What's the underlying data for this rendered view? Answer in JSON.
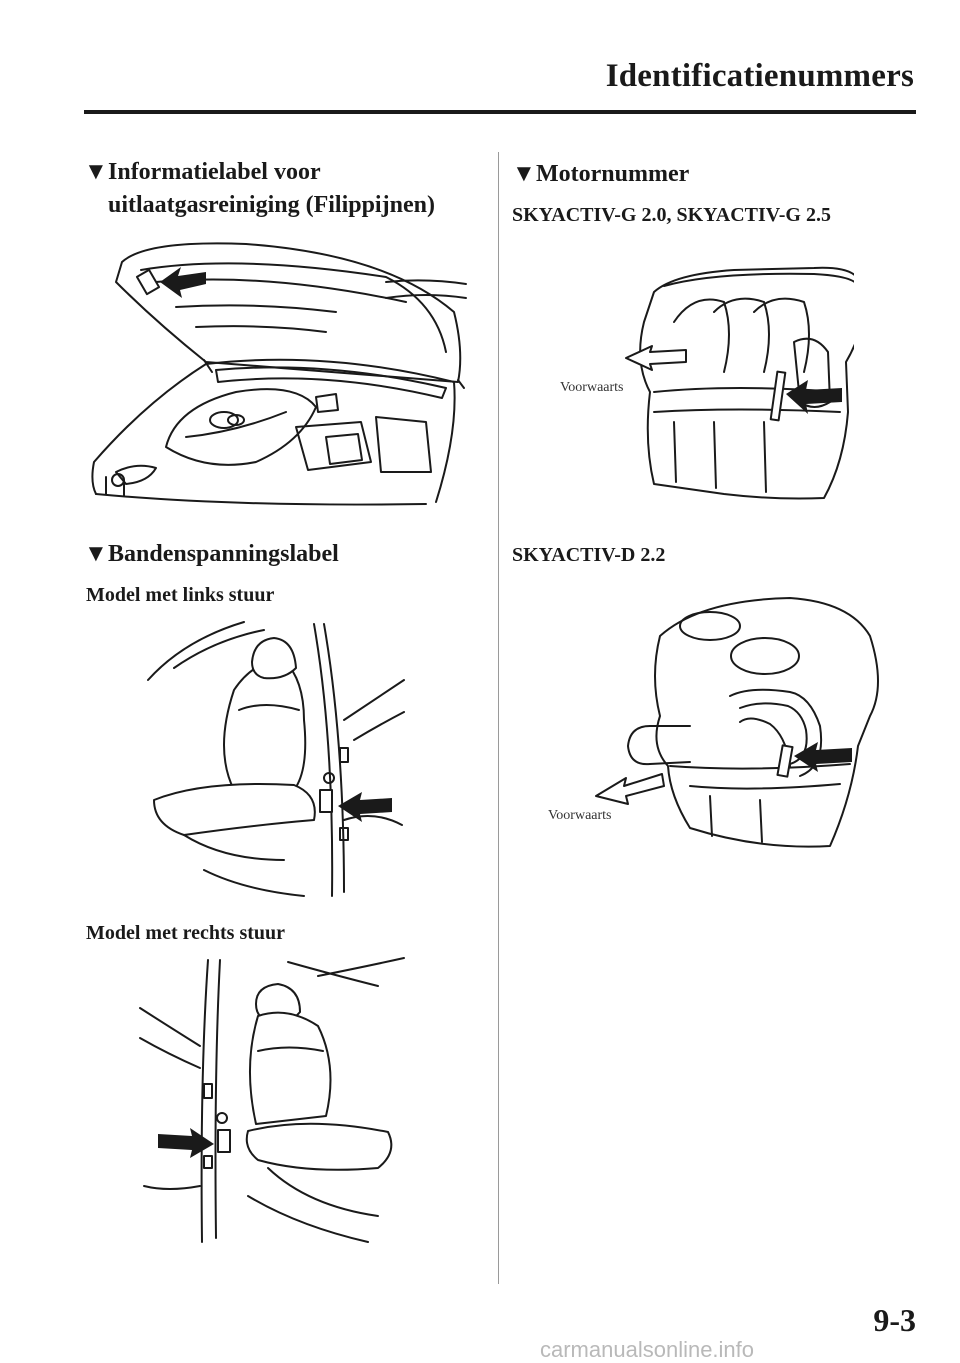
{
  "header": {
    "title": "Identificatienummers"
  },
  "sections": {
    "emission_label": {
      "marker": "▼",
      "title_line1": "Informatielabel voor",
      "title_line2": "uitlaatgasreiniging (Filippijnen)"
    },
    "tire_label": {
      "marker": "▼",
      "title": "Bandenspanningslabel",
      "lhd_caption": "Model met links stuur",
      "rhd_caption": "Model met rechts stuur"
    },
    "engine_number": {
      "marker": "▼",
      "title": "Motornummer",
      "petrol_caption": "SKYACTIV-G 2.0, SKYACTIV-G 2.5",
      "petrol_forward_label": "Voorwaarts",
      "diesel_caption": "SKYACTIV-D 2.2",
      "diesel_forward_label": "Voorwaarts"
    }
  },
  "footer": {
    "page_number": "9-3",
    "watermark": "carmanualsonline.info"
  }
}
